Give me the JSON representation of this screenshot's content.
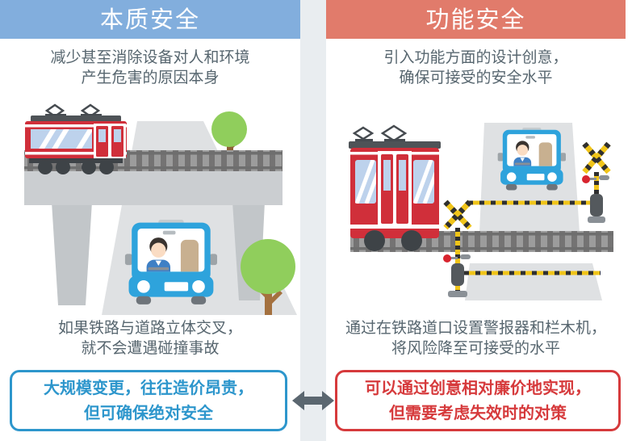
{
  "left_panel": {
    "title": "本质安全",
    "subtitle_lines": [
      "减少甚至消除设备对人和环境",
      "产生危害的原因本身"
    ],
    "description_lines": [
      "如果铁路与道路立体交叉，",
      "就不会遭遇碰撞事故"
    ],
    "conclusion_lines": [
      "大规模变更，往往造价昂贵，",
      "但可确保绝对安全"
    ]
  },
  "right_panel": {
    "title": "功能安全",
    "subtitle_lines": [
      "引入功能方面的设计创意，",
      "确保可接受的安全水平"
    ],
    "description_lines": [
      "通过在铁路道口设置警报器和栏木机，",
      "将风险降至可接受的水平"
    ],
    "conclusion_lines": [
      "可以通过创意相对廉价地实现，",
      "但需要考虑失效时的对策"
    ]
  },
  "icons": {
    "divider_arrow": "left-right-double-arrow",
    "left_illustration": "red-train-on-elevated-bridge-over-road-with-blue-car-and-trees",
    "right_illustration": "red-train-at-level-crossing-with-signals-barriers-and-waiting-blue-car"
  },
  "colors": {
    "left_header_bg": "#82AEDD",
    "right_header_bg": "#E17B6B",
    "left_conclusion_accent": "#2D96CC",
    "right_conclusion_accent": "#D63A3C",
    "body_text": "#57666F",
    "gutter_bg": "#E9EDF0",
    "arrow": "#5B6770",
    "train_red": "#D02F3A",
    "car_blue": "#2EA3DC",
    "tree_green": "#90CE5C",
    "crossing_yellow": "#F0C419",
    "road_gray": "#DFE1E3",
    "bridge_gray": "#CBCED1"
  }
}
